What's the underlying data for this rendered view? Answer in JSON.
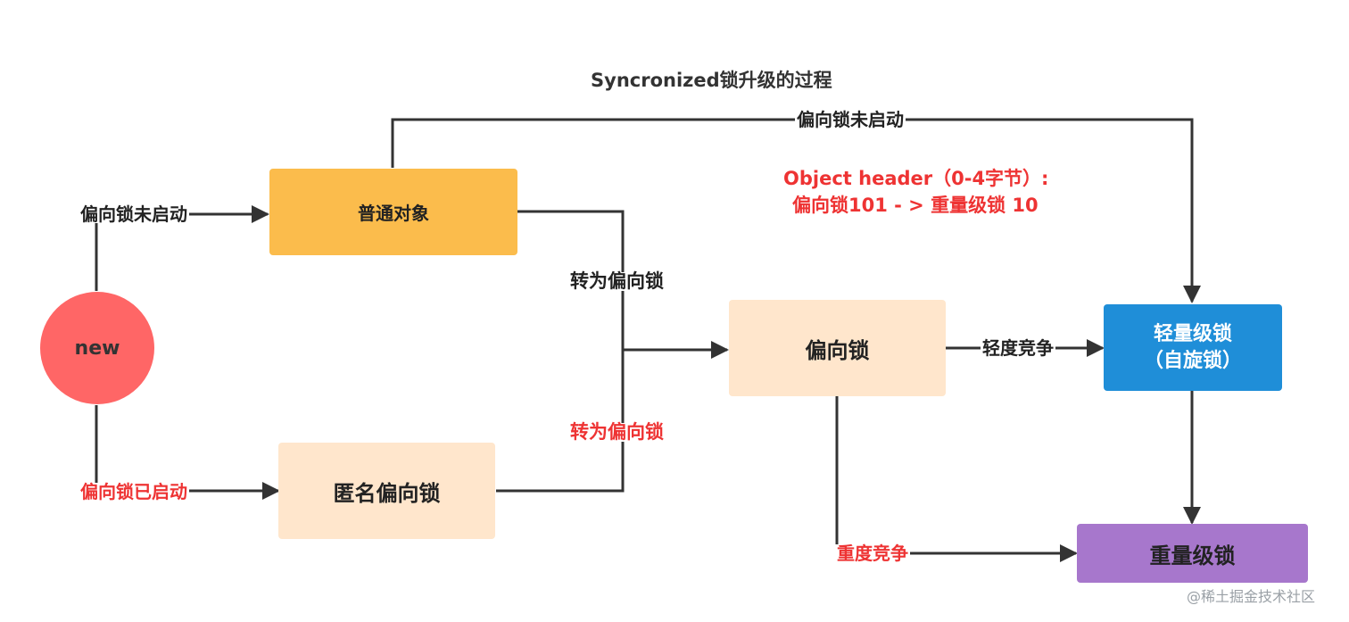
{
  "title": "Syncronized锁升级的过程",
  "colors": {
    "text": "#222222",
    "red": "#ee3333",
    "new_fill": "#ff6666",
    "normal_fill": "#fbbc4c",
    "light_fill": "#ffe6cc",
    "blue_fill": "#1f8ed8",
    "purple_fill": "#a777cc",
    "line": "#333333"
  },
  "nodes": {
    "new": "new",
    "normal_object": "普通对象",
    "anonymous_biased": "匿名偏向锁",
    "biased": "偏向锁",
    "lightweight_line1": "轻量级锁",
    "lightweight_line2": "（自旋锁）",
    "heavyweight": "重量级锁"
  },
  "edges": {
    "top_bypass": "偏向锁未启动",
    "new_to_normal": "偏向锁未启动",
    "new_to_anonymous": "偏向锁已启动",
    "normal_to_biased": "转为偏向锁",
    "anonymous_to_biased": "转为偏向锁",
    "light_contention": "轻度竞争",
    "heavy_contention": "重度竞争"
  },
  "note": {
    "line1": "Object header（0-4字节）:",
    "line2": "偏向锁101 - > 重量级锁 10"
  },
  "watermark": "@稀土掘金技术社区"
}
